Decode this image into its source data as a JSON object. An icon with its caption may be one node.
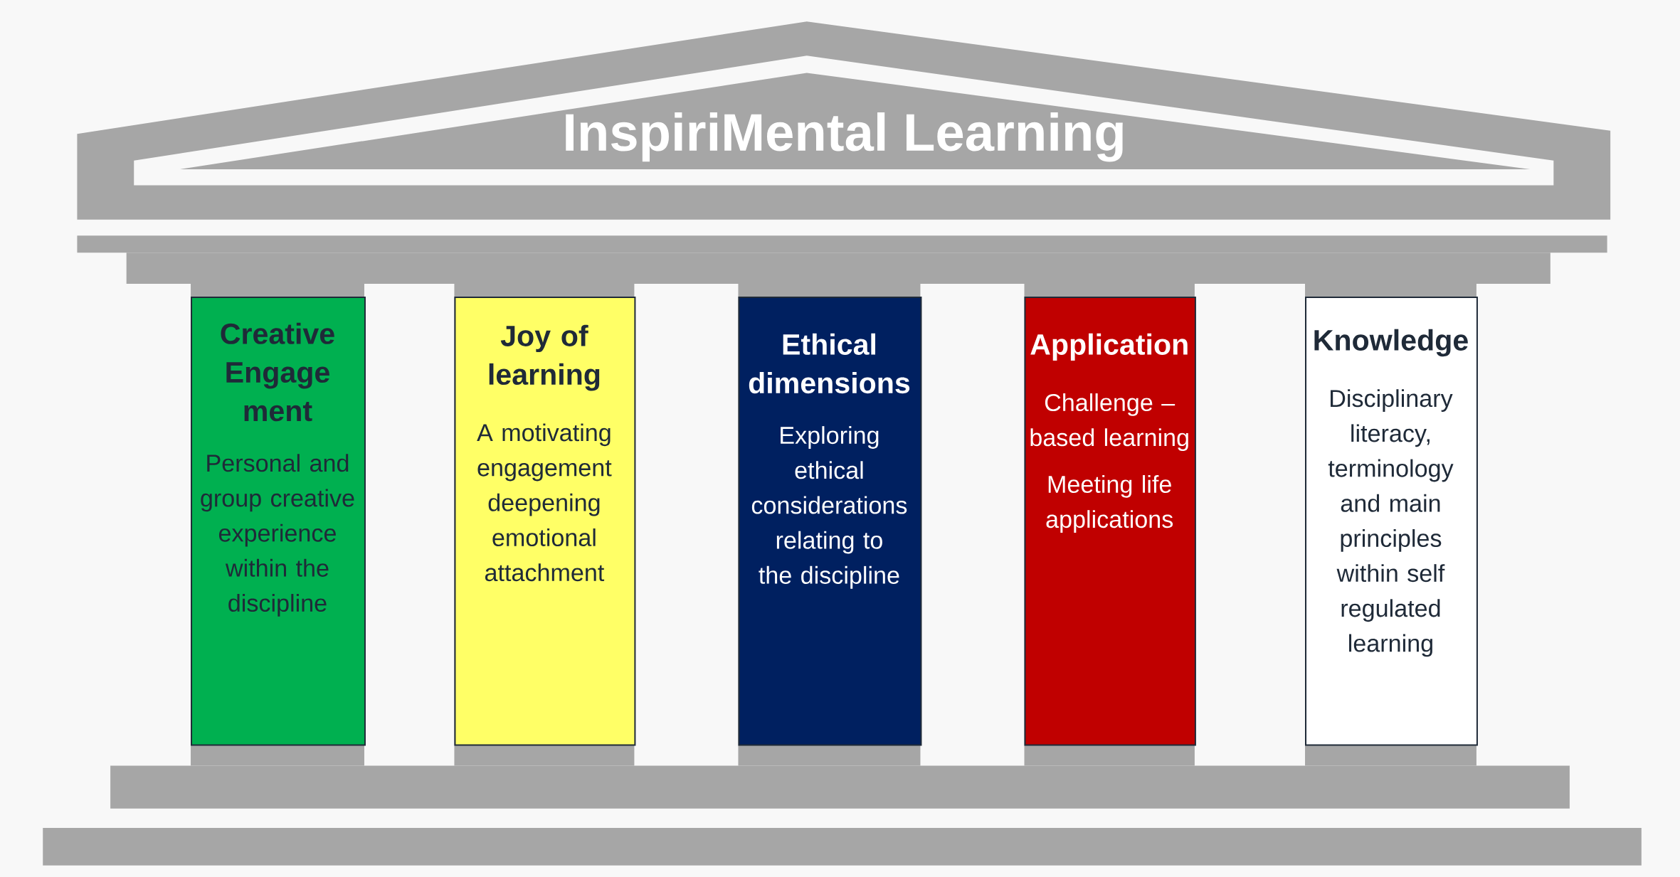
{
  "diagram": {
    "title": "InspiriMental Learning",
    "nodes": [
      {
        "text": [
          "Creative Engage ment",
          "Personal and group creative experience within the discipline"
        ]
      },
      {
        "text": [
          "Joy of learning",
          "A motivating engagement deepening emotional attachment"
        ]
      },
      {
        "text": [
          "Ethical dimensions",
          "Exploring ethical considerations relating to the discipline"
        ]
      },
      {
        "text": [
          "Application",
          "Challenge – based learning",
          "Meeting life applications"
        ]
      },
      {
        "text": [
          "Knowledge",
          "Disciplinary literacy, terminology and main principles within self regulated learning"
        ]
      }
    ]
  }
}
